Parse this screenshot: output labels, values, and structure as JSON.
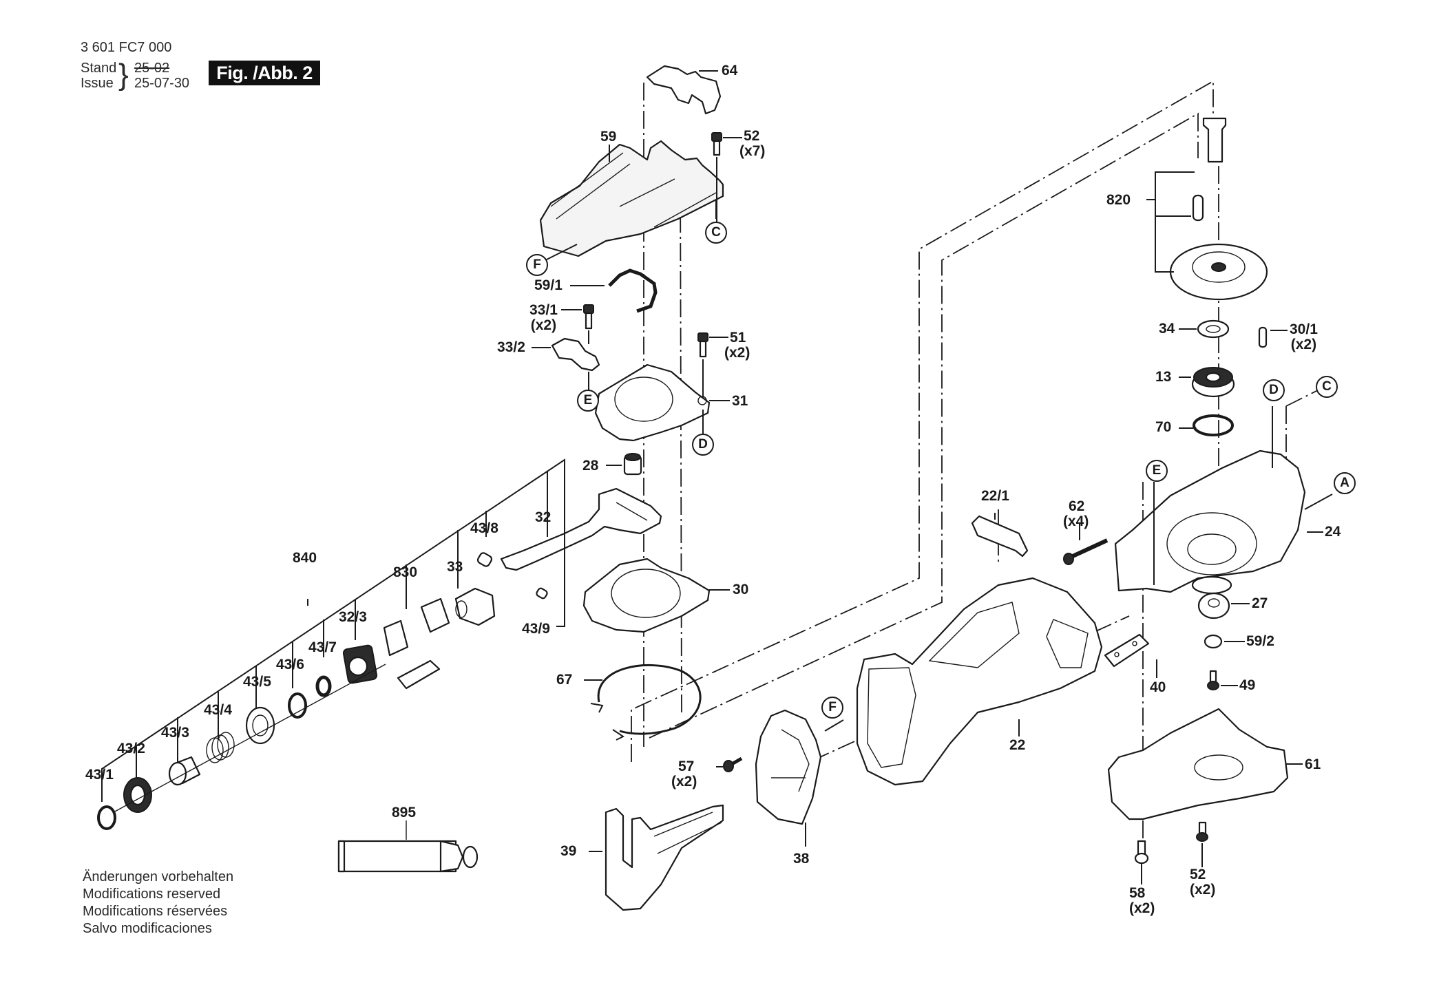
{
  "header": {
    "part_number": "3 601 FC7 000",
    "stand_label": "Stand",
    "issue_label": "Issue",
    "old_date": "25-02",
    "issue_date": "25-07-30",
    "figure_label": "Fig. /Abb. 2"
  },
  "footer": {
    "lines": [
      "Änderungen vorbehalten",
      "Modifications reserved",
      "Modifications réservées",
      "Salvo modificaciones"
    ]
  },
  "callouts": {
    "A": "A",
    "C": "C",
    "D": "D",
    "E": "E",
    "F": "F"
  },
  "parts": {
    "p64": {
      "num": "64"
    },
    "p59": {
      "num": "59"
    },
    "p52_top": {
      "num": "52",
      "qty": "(x7)"
    },
    "p59_1": {
      "num": "59/1"
    },
    "p33_1": {
      "num": "33/1",
      "qty": "(x2)"
    },
    "p33_2": {
      "num": "33/2"
    },
    "p51": {
      "num": "51",
      "qty": "(x2)"
    },
    "p31": {
      "num": "31"
    },
    "p28": {
      "num": "28"
    },
    "p32": {
      "num": "32"
    },
    "p43_8": {
      "num": "43/8"
    },
    "p33": {
      "num": "33"
    },
    "p43_9": {
      "num": "43/9"
    },
    "p840": {
      "num": "840"
    },
    "p830": {
      "num": "830"
    },
    "p32_3": {
      "num": "32/3"
    },
    "p43_7": {
      "num": "43/7"
    },
    "p43_6": {
      "num": "43/6"
    },
    "p43_5": {
      "num": "43/5"
    },
    "p43_4": {
      "num": "43/4"
    },
    "p43_3": {
      "num": "43/3"
    },
    "p43_2": {
      "num": "43/2"
    },
    "p43_1": {
      "num": "43/1"
    },
    "p30": {
      "num": "30"
    },
    "p67": {
      "num": "67"
    },
    "p895": {
      "num": "895"
    },
    "p57": {
      "num": "57",
      "qty": "(x2)"
    },
    "p39": {
      "num": "39"
    },
    "p38": {
      "num": "38"
    },
    "p22": {
      "num": "22"
    },
    "p22_1": {
      "num": "22/1"
    },
    "p62": {
      "num": "62",
      "qty": "(x4)"
    },
    "p820": {
      "num": "820"
    },
    "p34": {
      "num": "34"
    },
    "p30_1": {
      "num": "30/1",
      "qty": "(x2)"
    },
    "p13": {
      "num": "13"
    },
    "p70": {
      "num": "70"
    },
    "p24": {
      "num": "24"
    },
    "p27": {
      "num": "27"
    },
    "p59_2": {
      "num": "59/2"
    },
    "p40": {
      "num": "40"
    },
    "p49": {
      "num": "49"
    },
    "p61": {
      "num": "61"
    },
    "p58": {
      "num": "58",
      "qty": "(x2)"
    },
    "p52_bot": {
      "num": "52",
      "qty": "(x2)"
    }
  }
}
